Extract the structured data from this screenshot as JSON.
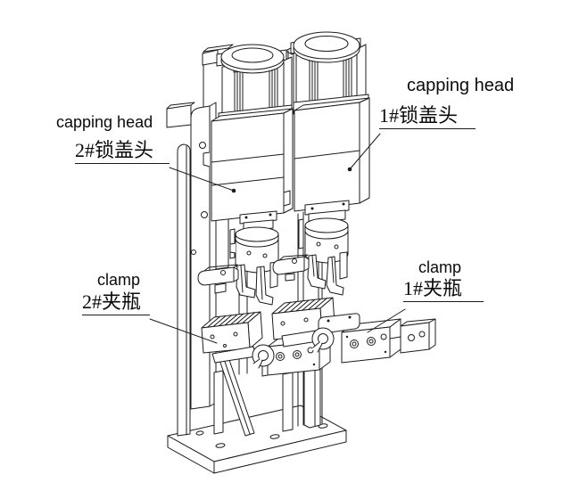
{
  "colors": {
    "background": "#ffffff",
    "line": "#1c1c1c",
    "text": "#0b0b0b"
  },
  "labels": {
    "capping_head_2": {
      "en": "capping head",
      "zh": "2#锁盖头"
    },
    "capping_head_1": {
      "en": "capping head",
      "zh": "1#锁盖头"
    },
    "clamp_2": {
      "en": "clamp",
      "zh": "2#夹瓶"
    },
    "clamp_1": {
      "en": "clamp",
      "zh": "1#夹瓶"
    }
  }
}
